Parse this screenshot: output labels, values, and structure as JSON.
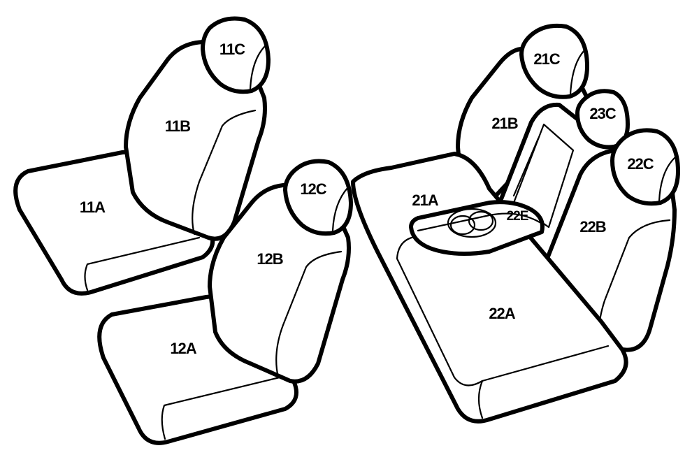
{
  "diagram": {
    "colors": {
      "outline": "#000000",
      "fill": "#ffffff"
    },
    "front_left_seat": {
      "cushion": "11A",
      "backrest": "11B",
      "headrest": "11C"
    },
    "front_right_seat": {
      "cushion": "12A",
      "backrest": "12B",
      "headrest": "12C"
    },
    "rear_bench": {
      "left_cushion": "21A",
      "left_backrest": "21B",
      "left_headrest": "21C",
      "right_cushion": "22A",
      "right_backrest": "22B",
      "right_headrest": "22C",
      "center_headrest": "23C",
      "armrest": "22E"
    }
  }
}
